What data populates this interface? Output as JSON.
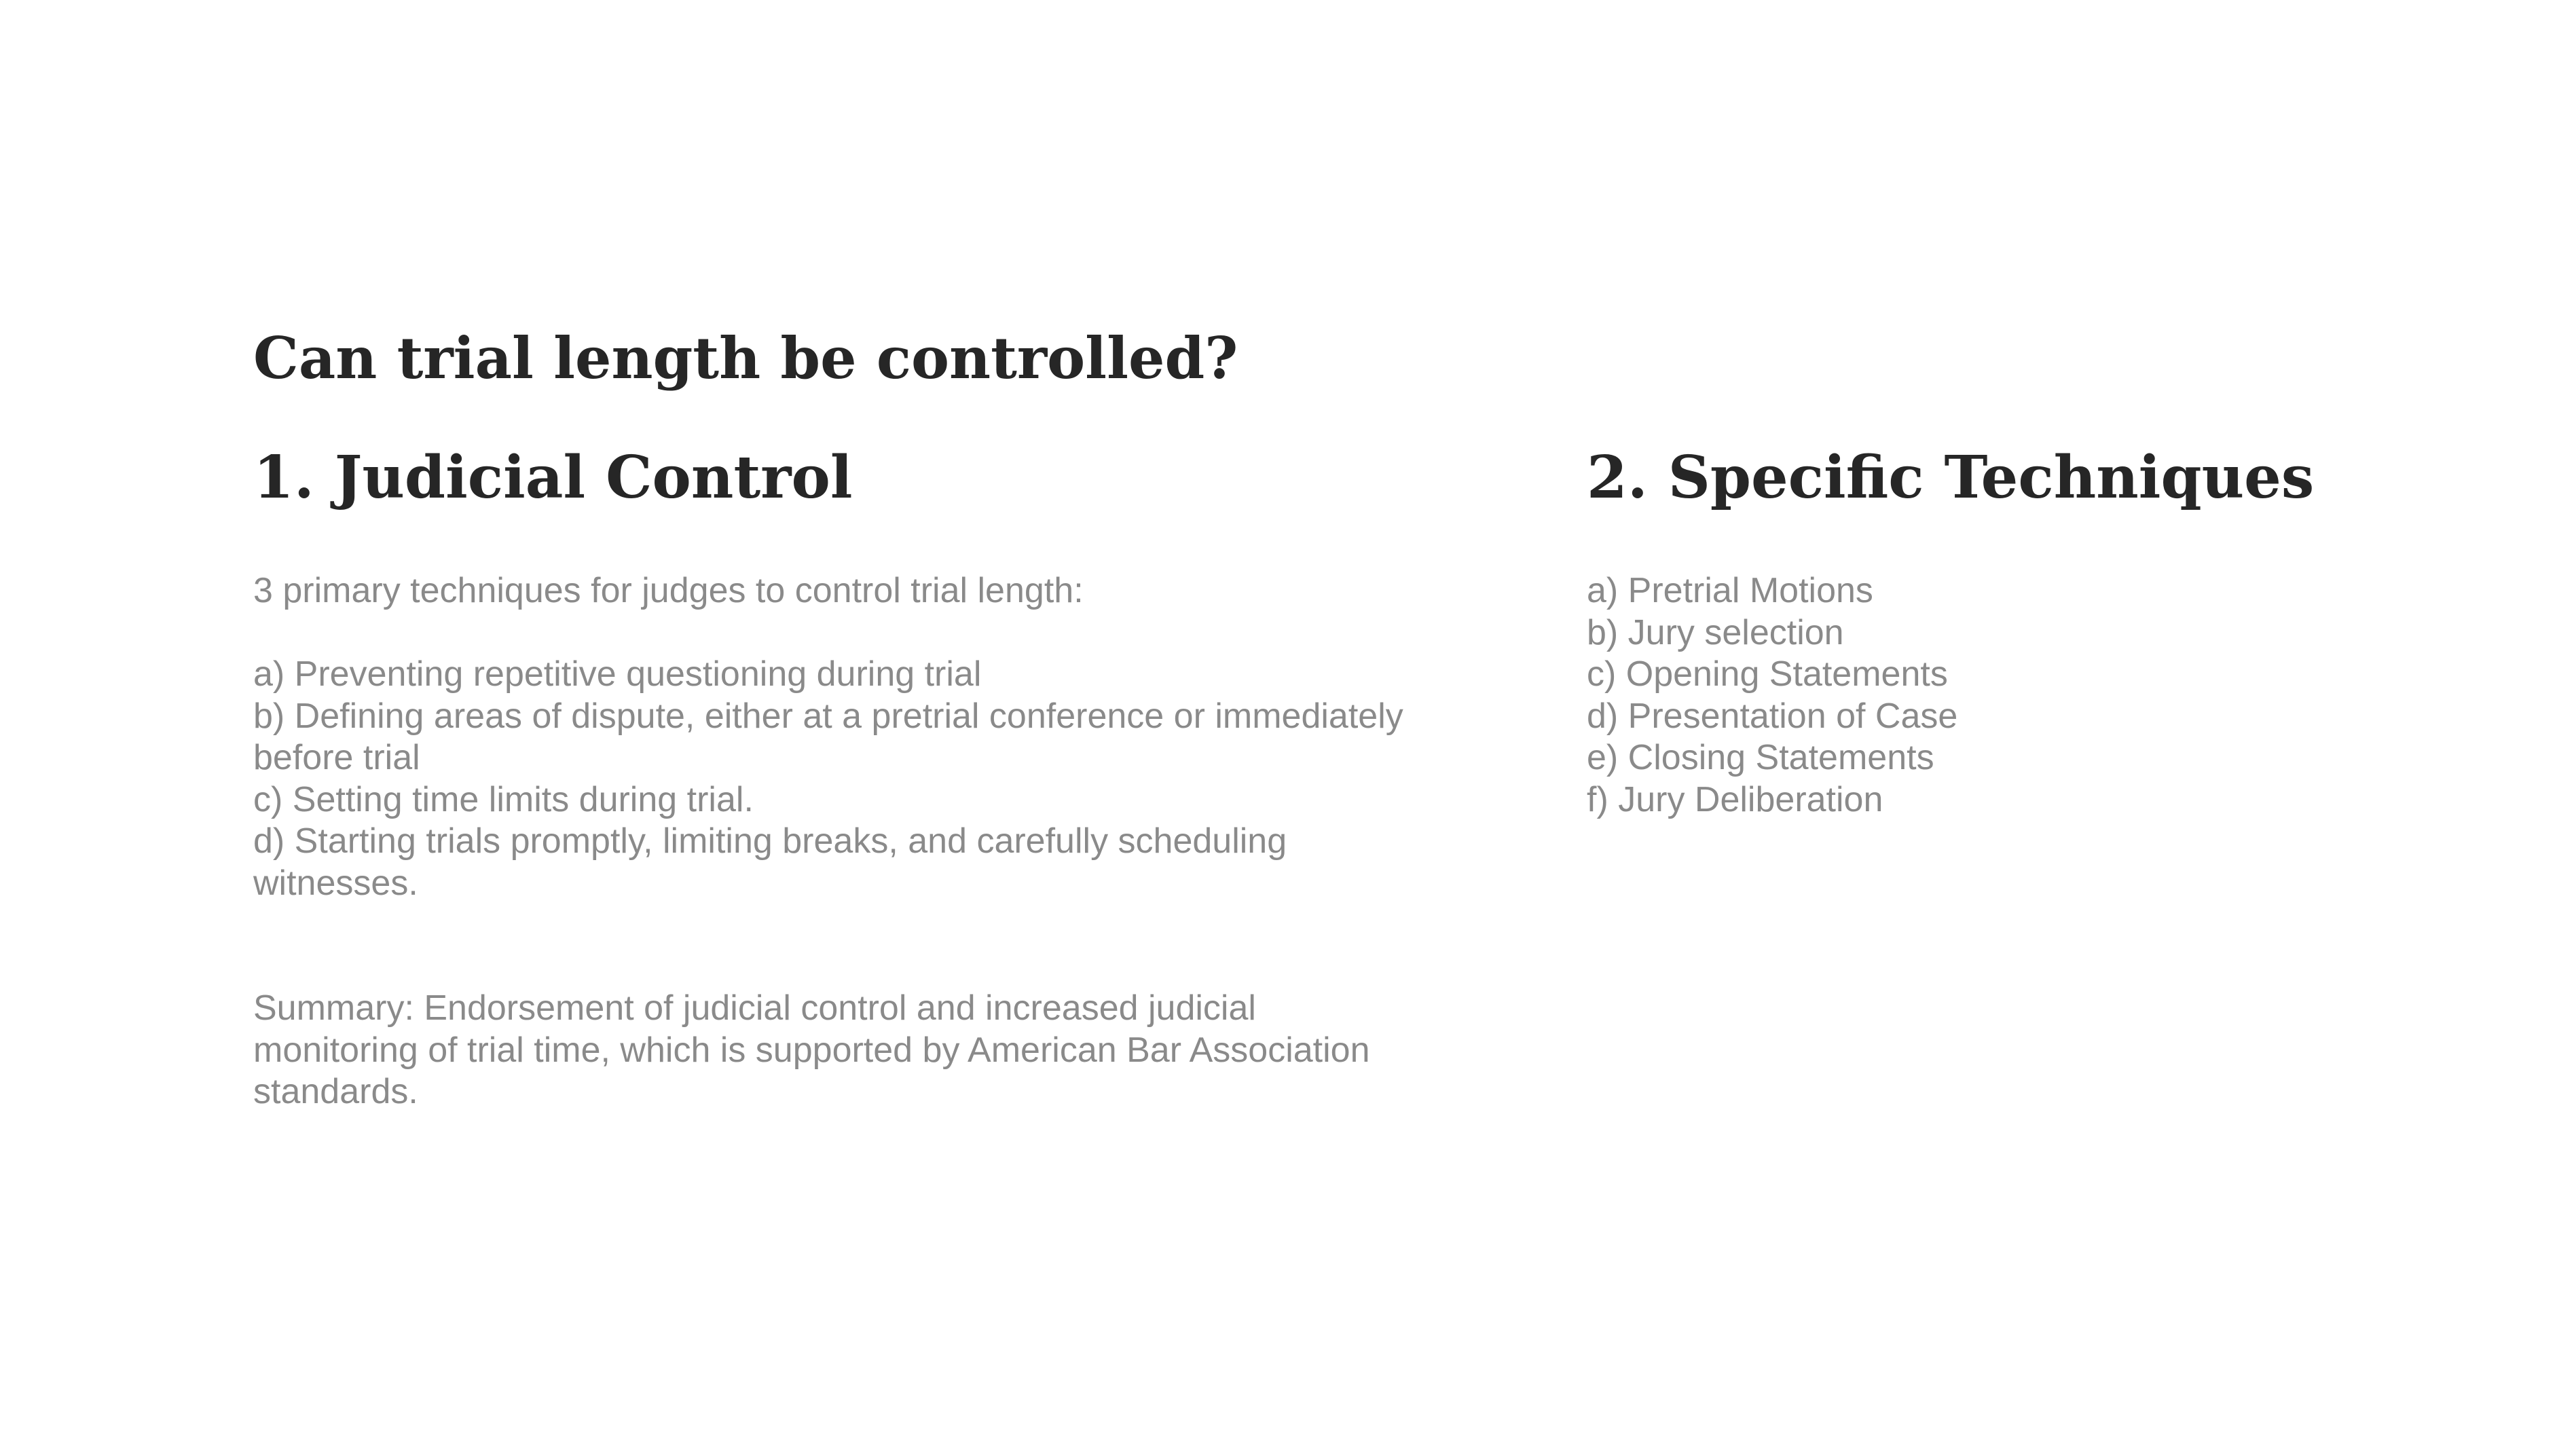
{
  "slide": {
    "title": "Can trial length be controlled?",
    "left_column": {
      "heading": "1. Judicial Control",
      "intro": "3 primary techniques for judges to control trial length:",
      "items": [
        "a) Preventing repetitive questioning during trial",
        "b) Defining areas of dispute, either at a pretrial conference or immediately before trial",
        "c) Setting time limits during trial.",
        "d) Starting trials promptly, limiting breaks, and carefully scheduling witnesses."
      ],
      "summary": "Summary: Endorsement of judicial control and increased judicial monitoring of trial time, which is supported by American Bar Association standards."
    },
    "right_column": {
      "heading": "2. Specific Techniques",
      "items": [
        "a) Pretrial Motions",
        "b) Jury selection",
        "c) Opening Statements",
        "d) Presentation of Case",
        "e) Closing Statements",
        "f) Jury Deliberation"
      ]
    },
    "colors": {
      "heading": "#262626",
      "body": "#8a8a8a",
      "background": "#ffffff"
    }
  }
}
